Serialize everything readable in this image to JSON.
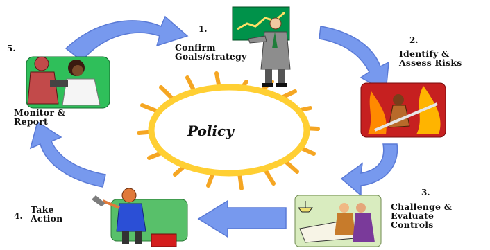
{
  "center": {
    "label": "Policy"
  },
  "steps": [
    {
      "number": "1.",
      "line1": "Confirm",
      "line2": "Goals/strategy",
      "line3": ""
    },
    {
      "number": "2.",
      "line1": "Identify &",
      "line2": "Assess Risks",
      "line3": ""
    },
    {
      "number": "3.",
      "line1": "Challenge &",
      "line2": "Evaluate",
      "line3": "Controls"
    },
    {
      "number": "4.",
      "line1": "Take",
      "line2": "Action",
      "line3": ""
    },
    {
      "number": "5.",
      "line1": "Monitor &",
      "line2": "Report",
      "line3": ""
    }
  ],
  "colors": {
    "arrow": "#7799ee",
    "arrow_stroke": "#5a7ad6",
    "sun": "#ffcf33",
    "sun_ray": "#f5a623"
  },
  "icons": [
    "presenter-clipart",
    "firefighter-clipart",
    "engineers-clipart",
    "worker-clipart",
    "medical-clipart"
  ]
}
